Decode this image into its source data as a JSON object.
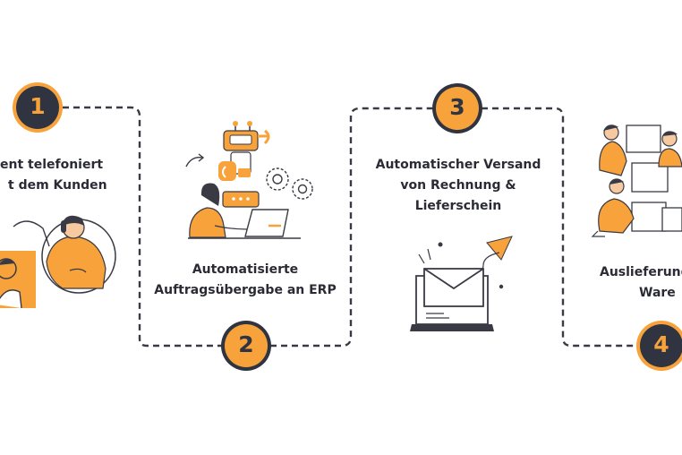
{
  "steps": [
    {
      "number": "1",
      "line1": "ent telefoniert",
      "line2": "t dem Kunden"
    },
    {
      "number": "2",
      "line1": "Automatisierte",
      "line2": "Auftragsübergabe an ERP"
    },
    {
      "number": "3",
      "line1": "Automatischer Versand",
      "line2": "von Rechnung &",
      "line3": "Lieferschein"
    },
    {
      "number": "4",
      "line1": "Auslieferung",
      "line2": "Ware"
    }
  ],
  "colors": {
    "orange": "#f7a23b",
    "navy": "#2f3440",
    "dashed": "#3a3a44",
    "badge_text_dark": "#2f3440",
    "badge_text_light": "#f7a23b"
  },
  "icons": [
    "phone-call-icon",
    "robot-assistant-icon",
    "email-laptop-icon",
    "warehouse-delivery-icon"
  ]
}
